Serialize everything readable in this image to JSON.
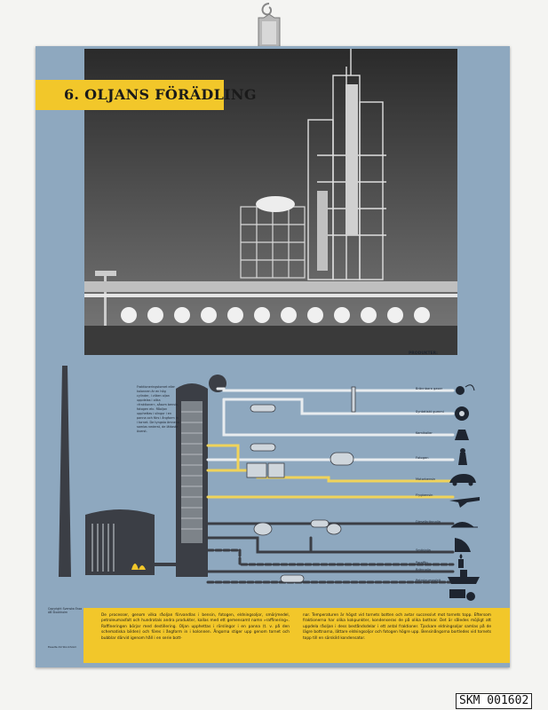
{
  "poster": {
    "title": "6. OLJANS FÖRÄDLING",
    "intro_text": "Fraktioneringstornet eller kolonnen är en hög cylinder, i vilken oljan uppdelas i olika »fraktioner«, såsom bensin, fotogen etc. Råoljan upphettas i slingor i en panna och förs i ångform in i tornet. De tyngsta ämnena samlas nederst, de lättaste överst.",
    "products_heading": "PRODUKTER:",
    "products": [
      {
        "label": "Brännbara gaser",
        "icon": "gas-cylinder-icon"
      },
      {
        "label": "Syntetiskt gummi",
        "icon": "tire-icon"
      },
      {
        "label": "Kemikalier",
        "icon": "flask-icon"
      },
      {
        "label": "Fotogen",
        "icon": "lamp-icon"
      },
      {
        "label": "Motorbensin",
        "icon": "car-icon"
      },
      {
        "label": "Flygbensin",
        "icon": "airplane-icon"
      },
      {
        "label": "Dieselbrännolja",
        "icon": "submarine-icon"
      },
      {
        "label": "Smörjolja",
        "icon": "oilcan-icon"
      },
      {
        "label": "Paraffin",
        "icon": "candle-icon"
      },
      {
        "label": "Brännolja",
        "icon": "ship-icon"
      },
      {
        "label": "Petroleumasfalt",
        "icon": "roller-icon"
      }
    ],
    "copyright_text": "Copyright Svenska Esso AB Stockholm",
    "printer_text": "Esselte 49 Stockholm",
    "text_left": "De processer, genom vilka råoljan förvandlas i bensin, fotogen, eldningsoljor, smörjmedel, petroleumasfalt och hundratals andra produkter, kallas med ett gemensamt namn »raffinering«. Raffineringen börjar med destillering. Oljan upphettas i rörslingor i en panna (t. v. på den schematiska bilden) och föres i ångform in i kolonnen. Ångorna stiger upp genom tornet och bubblar därvid igenom håll i en serie bott-",
    "text_right": "nar. Temperaturen är högst vid tornets botten och avtar successivt mot tornets topp. Eftersom fraktionerna har olika kokpunkter, kondenseras de på olika bottnar. Det är således möjligt att uppdela råoljan i dess beståndsdelar i ett antal fraktioner. Tjockare eldningsoljor samlas på de lägre bottnarna, lättare eldningsoljor och fotogen högre upp. Bensinångorna bortledes vid tornets topp till en särskild kondensator.",
    "colors": {
      "background": "#8ea8bf",
      "accent": "#f2c72a",
      "dark": "#3b3e45",
      "pipe_white": "#e8ecef",
      "pipe_yellow": "#f0d35a"
    }
  },
  "catalog_label": "SKM 001602"
}
